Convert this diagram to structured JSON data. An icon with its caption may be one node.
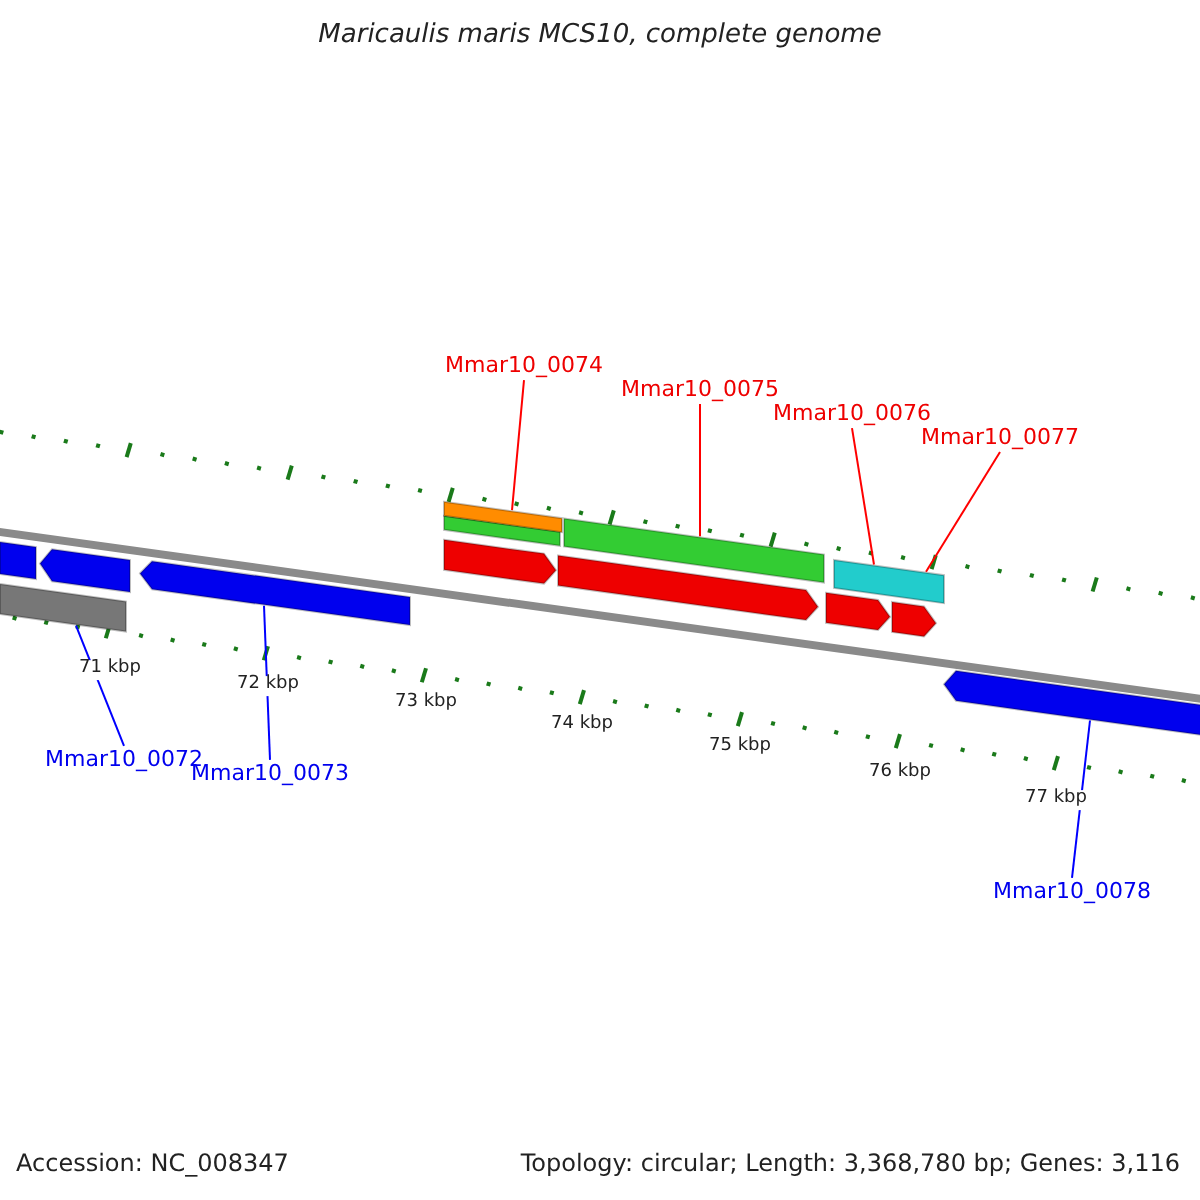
{
  "diagram": {
    "title": "Maricaulis maris MCS10, complete genome",
    "nodes": [
      {
        "text": [
          "Mmar10_0074"
        ]
      },
      {
        "text": [
          "Mmar10_0075"
        ]
      },
      {
        "text": [
          "Mmar10_0076"
        ]
      },
      {
        "text": [
          "Mmar10_0077"
        ]
      },
      {
        "text": [
          "Mmar10_0072"
        ]
      },
      {
        "text": [
          "Mmar10_0073"
        ]
      },
      {
        "text": [
          "Mmar10_0078"
        ]
      },
      {
        "text": [],
        "shape": "bar"
      },
      {
        "text": [],
        "shape": "bar"
      },
      {
        "text": [],
        "shape": "bar"
      },
      {
        "text": [],
        "shape": "bar"
      },
      {
        "text": [],
        "shape": "bar"
      },
      {
        "text": [],
        "shape": "bar"
      }
    ],
    "edges": [
      {
        "from": 0,
        "to": 9,
        "arrow": "none",
        "color": "#ff0000"
      },
      {
        "from": 1,
        "to": 10,
        "arrow": "none",
        "color": "#ff0000"
      },
      {
        "from": 2,
        "to": 11,
        "arrow": "none",
        "color": "#ff0000"
      },
      {
        "from": 3,
        "to": 11,
        "arrow": "none",
        "color": "#ff0000"
      },
      {
        "from": 4,
        "to": 7,
        "arrow": "none",
        "color": "#0000ff"
      },
      {
        "from": 5,
        "to": 8,
        "arrow": "none",
        "color": "#0000ff"
      },
      {
        "from": 6,
        "to": 12,
        "arrow": "none",
        "color": "#0000ff"
      }
    ],
    "labels": [
      "71 kbp",
      "72 kbp",
      "73 kbp",
      "74 kbp",
      "75 kbp",
      "76 kbp",
      "77 kbp",
      "Accession: NC_008347",
      "Topology: circular; Length: 3,368,780 bp; Genes: 3,116"
    ]
  }
}
